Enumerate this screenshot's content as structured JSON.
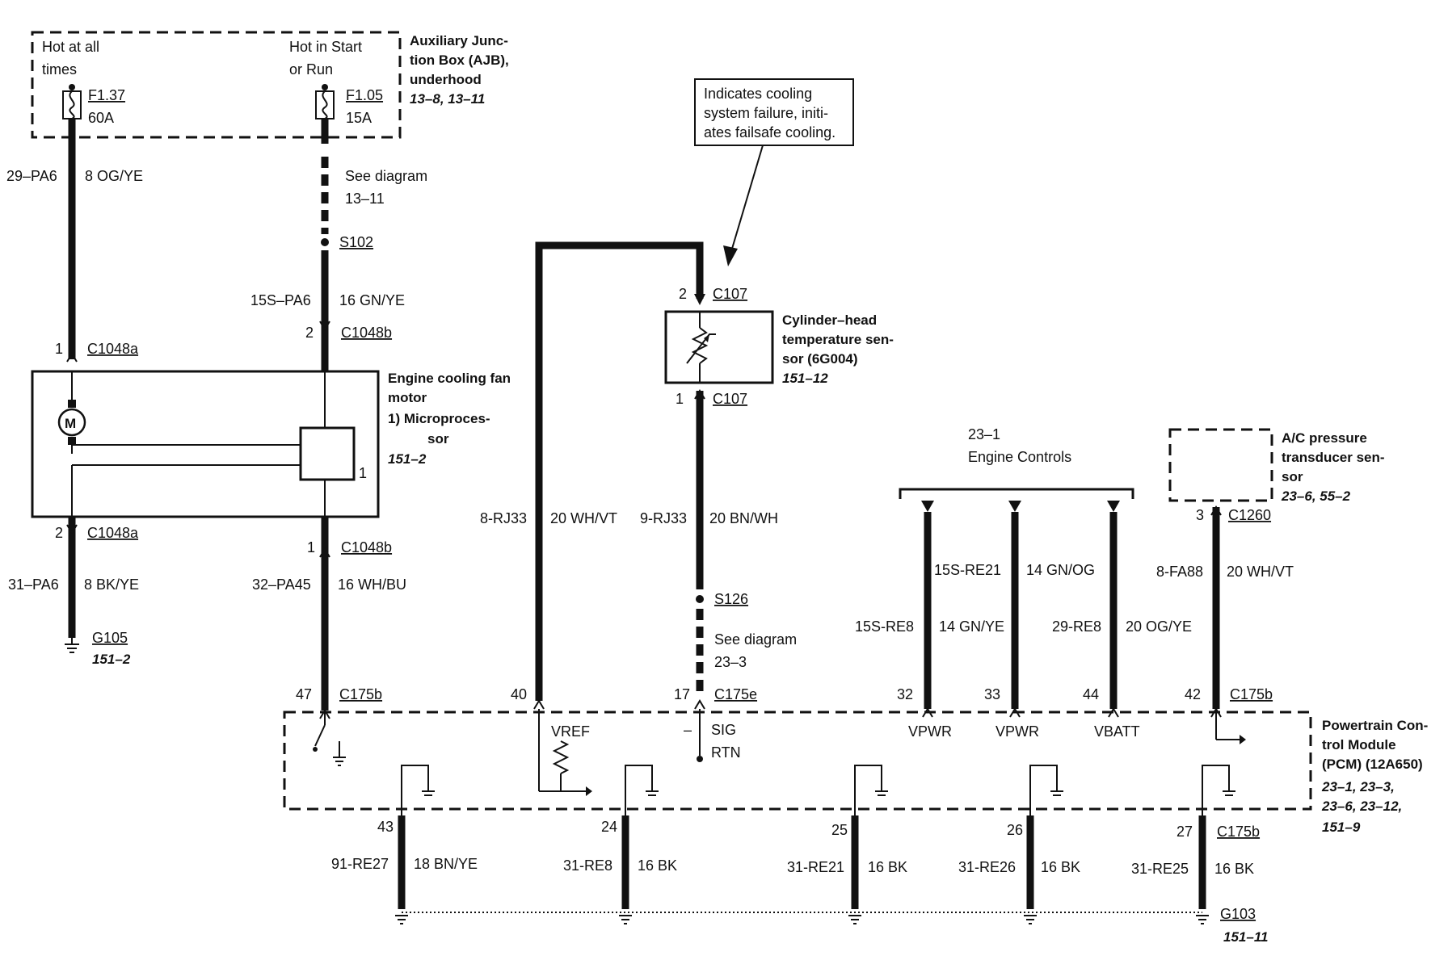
{
  "ajb": {
    "hot_all_1": "Hot at all",
    "hot_all_2": "times",
    "hot_start_1": "Hot in Start",
    "hot_start_2": "or Run",
    "fuse1_id": "F1.37",
    "fuse1_amp": "60A",
    "fuse2_id": "F1.05",
    "fuse2_amp": "15A",
    "title_1": "Auxiliary Junc-",
    "title_2": "tion Box (AJB),",
    "title_3": "underhood",
    "ref": "13–8, 13–11"
  },
  "note": {
    "line1": "Indicates cooling",
    "line2": "system failure, initi-",
    "line3": "ates failsafe cooling."
  },
  "fan": {
    "w1_circuit": "29–PA6",
    "w1_gauge": "8 OG/YE",
    "see_1": "See diagram",
    "see_2": "13–11",
    "splice1": "S102",
    "w2_circuit": "15S–PA6",
    "w2_gauge": "16 GN/YE",
    "pin_a1": "1",
    "conn_a1": "C1048a",
    "pin_b2": "2",
    "conn_b2": "C1048b",
    "title_1": "Engine cooling fan",
    "title_2": "motor",
    "sub_1": "1)    Microproces-",
    "sub_2": "sor",
    "ref": "151–2",
    "motor_glyph": "M",
    "micro_pin": "1",
    "pin_a2": "2",
    "conn_a2": "C1048a",
    "pin_b1": "1",
    "conn_b1": "C1048b",
    "w3_circuit": "31–PA6",
    "w3_gauge": "8 BK/YE",
    "w4_circuit": "32–PA45",
    "w4_gauge": "16 WH/BU",
    "ground": "G105",
    "ground_ref": "151–2"
  },
  "cht": {
    "pin_top": "2",
    "conn_top": "C107",
    "pin_bot": "1",
    "conn_bot": "C107",
    "title_1": "Cylinder–head",
    "title_2": "temperature sen-",
    "title_3": "sor (6G004)",
    "ref": "151–12",
    "vref_circuit": "8-RJ33",
    "vref_gauge": "20 WH/VT",
    "sig_circuit": "9-RJ33",
    "sig_gauge": "20 BN/WH",
    "splice": "S126",
    "see_1": "See diagram",
    "see_2": "23–3"
  },
  "engine_controls": {
    "ref": "23–1",
    "title": "Engine Controls",
    "w1_circuit": "15S-RE21",
    "w1_gauge": "14 GN/OG",
    "w2_circuit": "15S-RE8",
    "w2_gauge": "14 GN/YE",
    "w3_circuit": "29-RE8",
    "w3_gauge": "20 OG/YE"
  },
  "ac": {
    "title_1": "A/C pressure",
    "title_2": "transducer sen-",
    "title_3": "sor",
    "ref": "23–6, 55–2",
    "pin": "3",
    "conn": "C1260",
    "circuit": "8-FA88",
    "gauge": "20 WH/VT"
  },
  "pcm": {
    "pin_47": "47",
    "conn_47": "C175b",
    "pin_40": "40",
    "pin_17": "17",
    "conn_17": "C175e",
    "pin_32": "32",
    "pin_33": "33",
    "pin_44": "44",
    "pin_42": "42",
    "conn_42": "C175b",
    "vref": "VREF",
    "sig": "SIG",
    "rtn": "RTN",
    "dash": "–",
    "vpwr1": "VPWR",
    "vpwr2": "VPWR",
    "vbatt": "VBATT",
    "title_1": "Powertrain Con-",
    "title_2": "trol Module",
    "title_3": "(PCM) (12A650)",
    "ref_1": "23–1, 23–3,",
    "ref_2": "23–6, 23–12,",
    "ref_3": "151–9"
  },
  "grounds": {
    "pin_43": "43",
    "c43": "91-RE27",
    "g43": "18 BN/YE",
    "pin_24": "24",
    "c24": "31-RE8",
    "g24": "16 BK",
    "pin_25": "25",
    "c25": "31-RE21",
    "g25": "16 BK",
    "pin_26": "26",
    "c26": "31-RE26",
    "g26": "16 BK",
    "pin_27": "27",
    "conn_27": "C175b",
    "c27": "31-RE25",
    "g27": "16 BK",
    "ground": "G103",
    "ground_ref": "151–11"
  }
}
